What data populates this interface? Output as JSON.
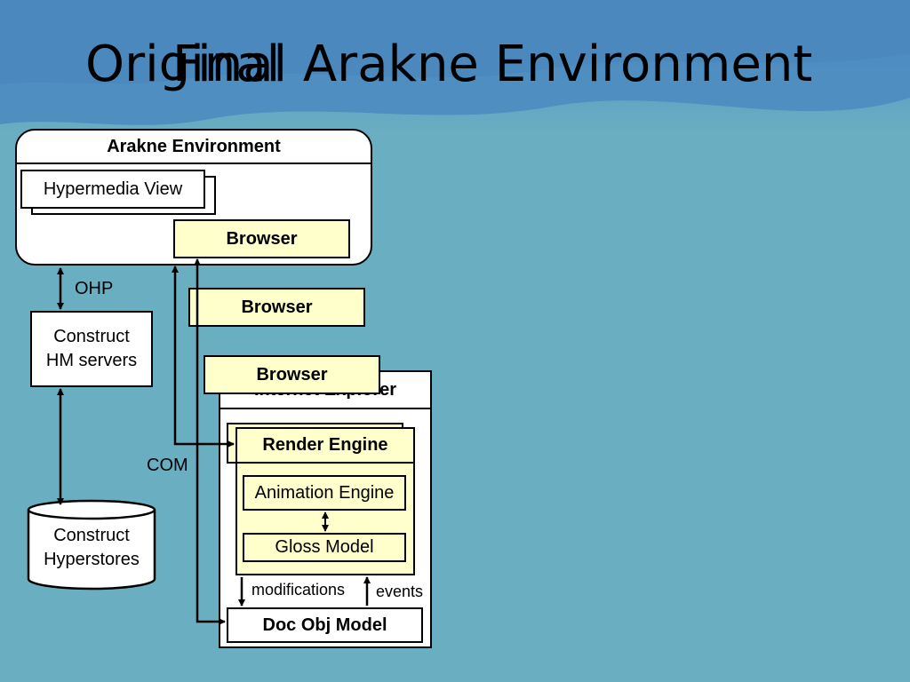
{
  "slide": {
    "title_back": "Original",
    "title_front": "Final Arakne Environment"
  },
  "diagram": {
    "arakne_environment": "Arakne Environment",
    "hypermedia_view": "Hypermedia View",
    "browser_1": "Browser",
    "browser_2": "Browser",
    "browser_3": "Browser",
    "ohp": "OHP",
    "construct_hm_servers": [
      "Construct",
      "HM servers"
    ],
    "construct_hyperstores": [
      "Construct",
      "Hyperstores"
    ],
    "com": "COM",
    "internet_explorer": "Internet Explorer",
    "render_engine": "Render Engine",
    "animation_engine": "Animation Engine",
    "gloss_model": "Gloss Model",
    "modifications": "modifications",
    "events": "events",
    "doc_obj_model": "Doc Obj Model"
  },
  "colors": {
    "background": "#6aaec2",
    "box_yellow": "#ffffcc",
    "box_white": "#ffffff",
    "line": "#000000"
  }
}
